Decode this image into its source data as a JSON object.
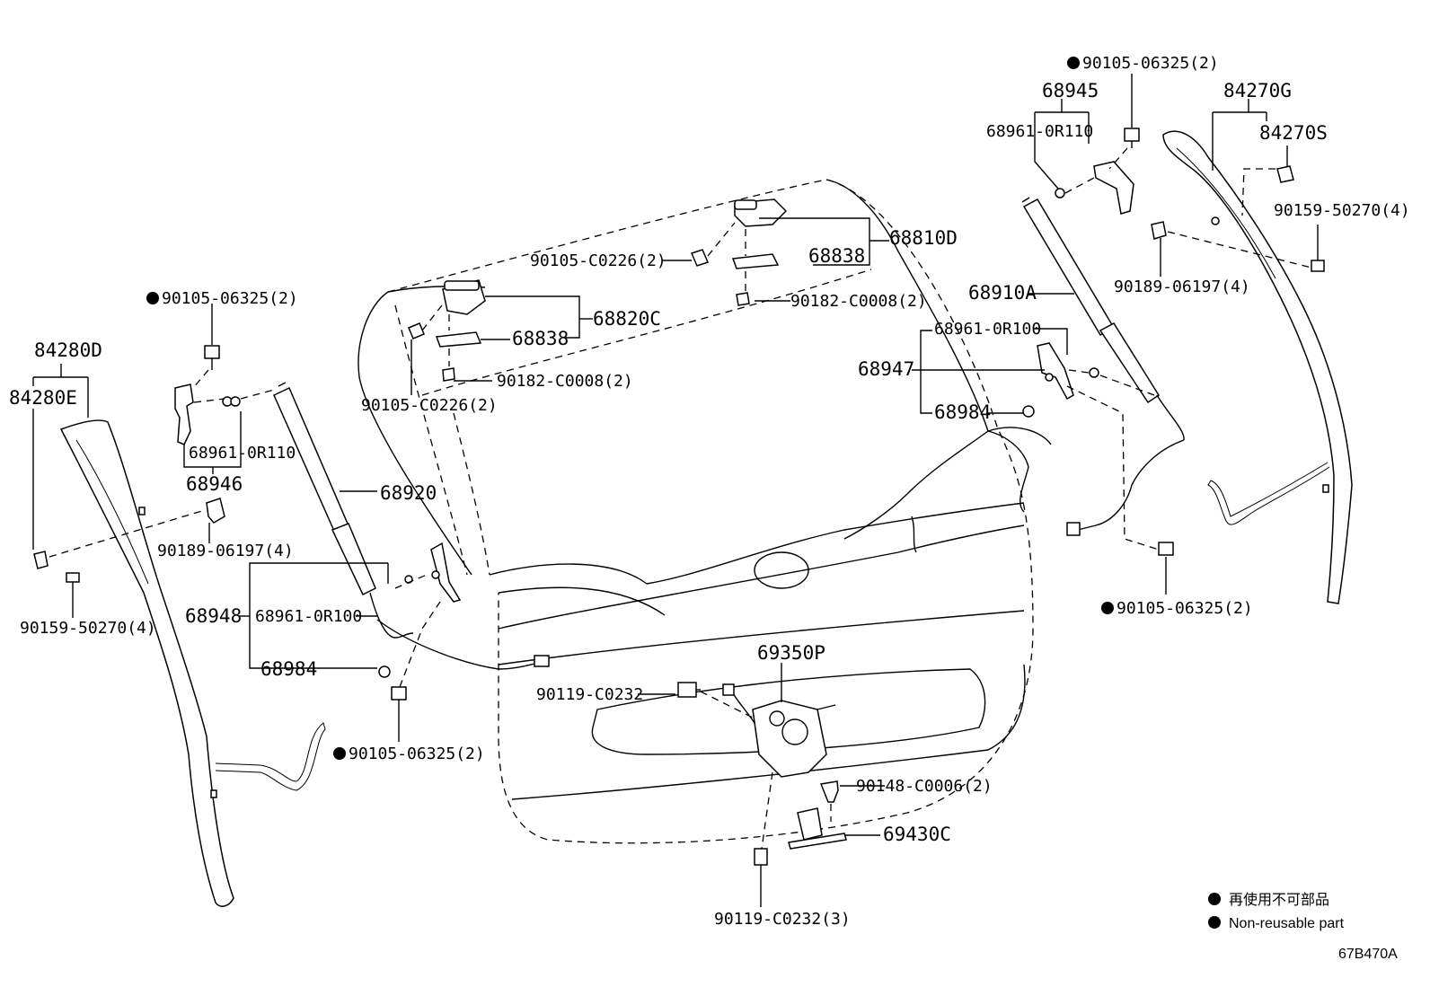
{
  "labels": {
    "p_90105_06325_top": "90105-06325(2)",
    "p_68945": "68945",
    "p_84270G": "84270G",
    "p_68961_0R110_right": "68961-0R110",
    "p_84270S": "84270S",
    "p_90159_50270_right": "90159-50270(4)",
    "p_68810D": "68810D",
    "p_90105_C0226_top": "90105-C0226(2)",
    "p_68838_right": "68838",
    "p_90189_06197_right": "90189-06197(4)",
    "p_68910A": "68910A",
    "p_90105_06325_left": "90105-06325(2)",
    "p_90182_C0008_right": "90182-C0008(2)",
    "p_68820C": "68820C",
    "p_68838_left": "68838",
    "p_68961_0R100_right": "68961-0R100",
    "p_84280D": "84280D",
    "p_68947": "68947",
    "p_84280E": "84280E",
    "p_90182_C0008_left": "90182-C0008(2)",
    "p_90105_C0226_left": "90105-C0226(2)",
    "p_68984_right": "68984",
    "p_68961_0R110_left": "68961-0R110",
    "p_68946": "68946",
    "p_68920": "68920",
    "p_90189_06197_left": "90189-06197(4)",
    "p_90105_06325_right_low": "90105-06325(2)",
    "p_68948": "68948",
    "p_68961_0R100_left": "68961-0R100",
    "p_90159_50270_left": "90159-50270(4)",
    "p_69350P": "69350P",
    "p_68984_left": "68984",
    "p_90119_C0232": "90119-C0232",
    "p_90105_06325_bottom": "90105-06325(2)",
    "p_90148_C0006": "90148-C0006(2)",
    "p_69430C": "69430C",
    "p_90119_C0232_3": "90119-C0232(3)"
  },
  "legend": {
    "non_reusable_jp": "再使用不可部品",
    "non_reusable_en": "Non-reusable part"
  },
  "diagram_code": "67B470A"
}
